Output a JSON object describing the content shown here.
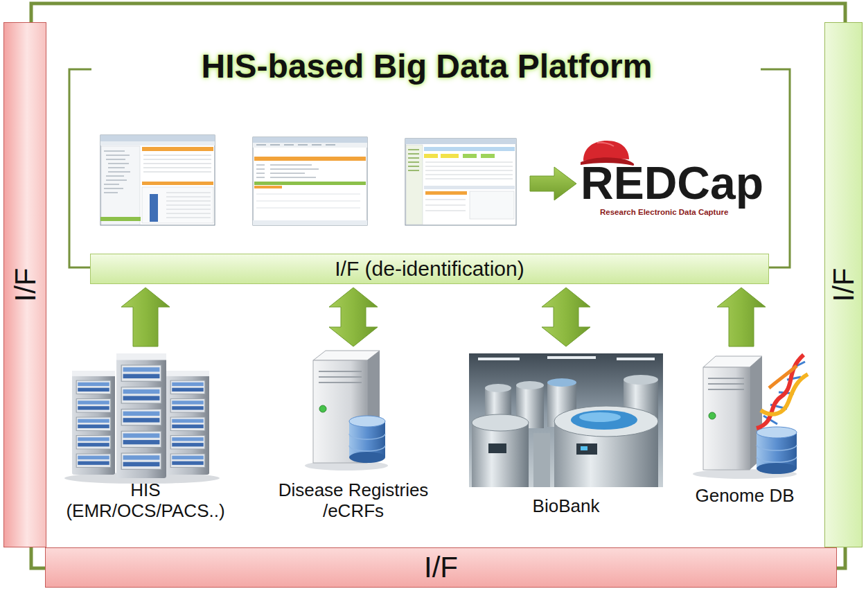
{
  "diagram": {
    "title": "HIS-based Big Data Platform",
    "nodes": [
      {
        "text": [
          "I/F"
        ]
      },
      {
        "text": [
          "I/F (de-identification)"
        ]
      },
      {
        "text": [
          "HIS (EMR/OCS/PACS..)"
        ]
      },
      {
        "text": [
          "Disease Registries /eCRFs"
        ]
      },
      {
        "text": [
          "BioBank"
        ]
      },
      {
        "text": [
          "Genome DB"
        ]
      },
      {
        "text": [
          "I/F"
        ]
      },
      {
        "text": [
          "I/F"
        ]
      }
    ],
    "edges": [
      {
        "from": 2,
        "to": 1,
        "arrow": "to"
      },
      {
        "from": 3,
        "to": 1,
        "arrow": "both"
      },
      {
        "from": 4,
        "to": 1,
        "arrow": "both"
      },
      {
        "from": 5,
        "to": 1,
        "arrow": "to"
      }
    ],
    "labels": [
      "REDCap",
      "Research Electronic Data Capture"
    ]
  }
}
